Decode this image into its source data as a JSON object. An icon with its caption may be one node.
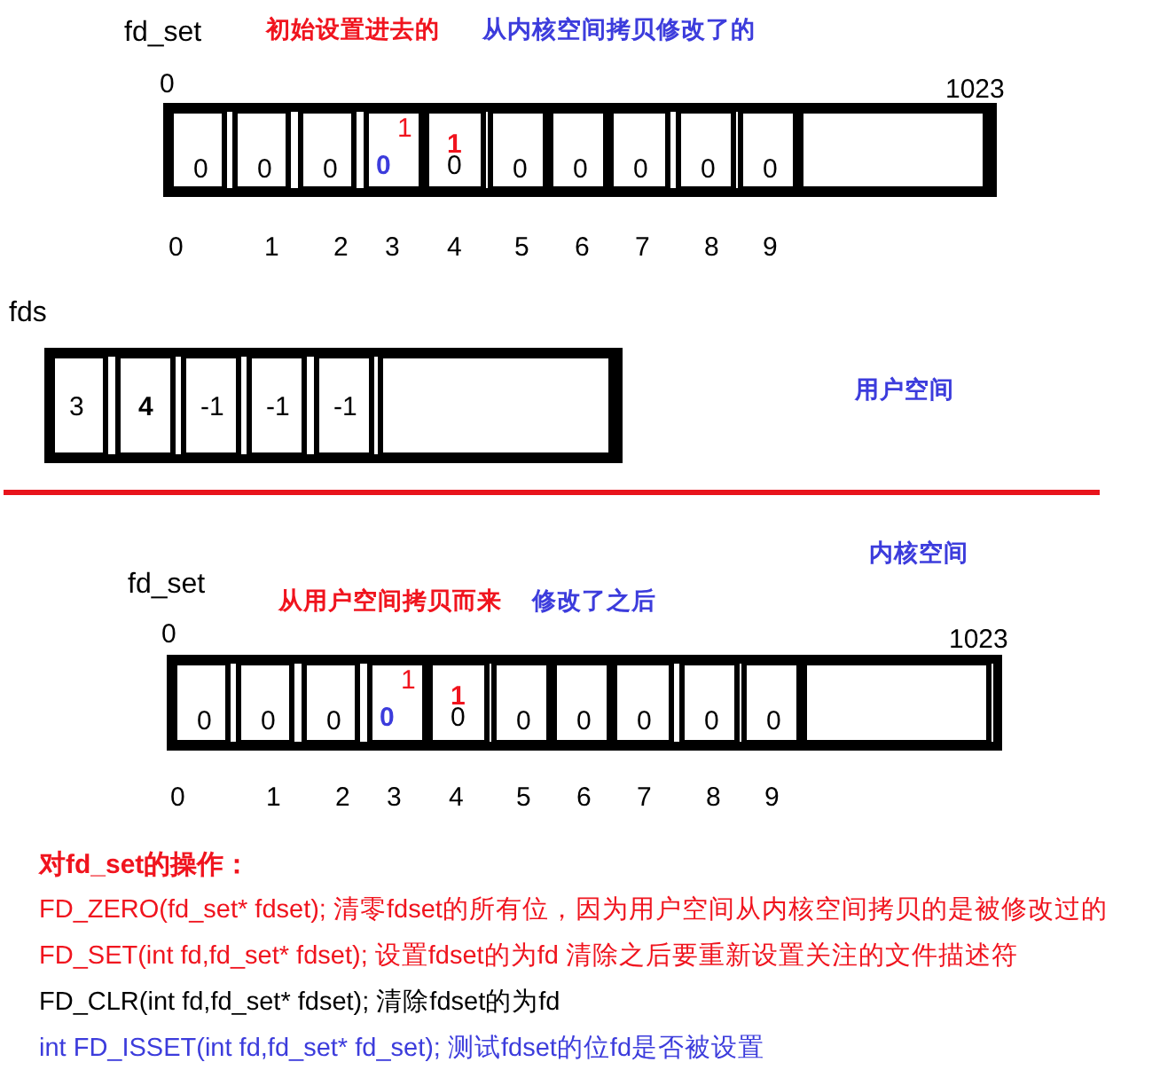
{
  "diagram": {
    "nodes": [
      {
        "text": [
          "fd_set"
        ]
      },
      {
        "text": [
          "0"
        ],
        "in": 0
      },
      {
        "text": [
          "0"
        ],
        "in": 0
      },
      {
        "text": [
          "0"
        ],
        "in": 0
      },
      {
        "text": [
          "1",
          "0"
        ],
        "in": 0
      },
      {
        "text": [
          "1",
          "0"
        ],
        "in": 0
      },
      {
        "text": [
          "0"
        ],
        "in": 0
      },
      {
        "text": [
          "0"
        ],
        "in": 0
      },
      {
        "text": [
          "0"
        ],
        "in": 0
      },
      {
        "text": [
          "0"
        ],
        "in": 0
      },
      {
        "text": [
          "0"
        ],
        "in": 0
      },
      {
        "text": [],
        "shape": "box",
        "in": 0
      },
      {
        "text": [
          "fds"
        ]
      },
      {
        "text": [
          "3"
        ],
        "in": 12
      },
      {
        "text": [
          "4"
        ],
        "in": 12
      },
      {
        "text": [
          "-1"
        ],
        "in": 12
      },
      {
        "text": [
          "-1"
        ],
        "in": 12
      },
      {
        "text": [
          "-1"
        ],
        "in": 12
      },
      {
        "text": [],
        "shape": "box",
        "in": 12
      },
      {
        "text": [
          "fd_set"
        ]
      },
      {
        "text": [
          "0"
        ],
        "in": 19
      },
      {
        "text": [
          "0"
        ],
        "in": 19
      },
      {
        "text": [
          "0"
        ],
        "in": 19
      },
      {
        "text": [
          "1",
          "0"
        ],
        "in": 19
      },
      {
        "text": [
          "1",
          "0"
        ],
        "in": 19
      },
      {
        "text": [
          "0"
        ],
        "in": 19
      },
      {
        "text": [
          "0"
        ],
        "in": 19
      },
      {
        "text": [
          "0"
        ],
        "in": 19
      },
      {
        "text": [
          "0"
        ],
        "in": 19
      },
      {
        "text": [
          "0"
        ],
        "in": 19
      },
      {
        "text": [],
        "shape": "box",
        "in": 19
      }
    ],
    "labels": [
      "初始设置进去的",
      "从内核空间拷贝修改了的",
      "0",
      "1023",
      "0",
      "1",
      "2",
      "3",
      "4",
      "5",
      "6",
      "7",
      "8",
      "9",
      "用户空间",
      "内核空间",
      "从用户空间拷贝而来",
      "修改了之后",
      "0",
      "1023",
      "0",
      "1",
      "2",
      "3",
      "4",
      "5",
      "6",
      "7",
      "8",
      "9",
      "对fd_set的操作：",
      "FD_ZERO(fd_set* fdset); 清零fdset的所有位，因为用户空间从内核空间拷贝的是被修改过的",
      "FD_SET(int fd,fd_set* fdset); 设置fdset的为fd 清除之后要重新设置关注的文件描述符",
      "FD_CLR(int fd,fd_set* fdset); 清除fdset的为fd",
      "int FD_ISSET(int fd,fd_set* fd_set); 测试fdset的位fd是否被设置"
    ]
  }
}
